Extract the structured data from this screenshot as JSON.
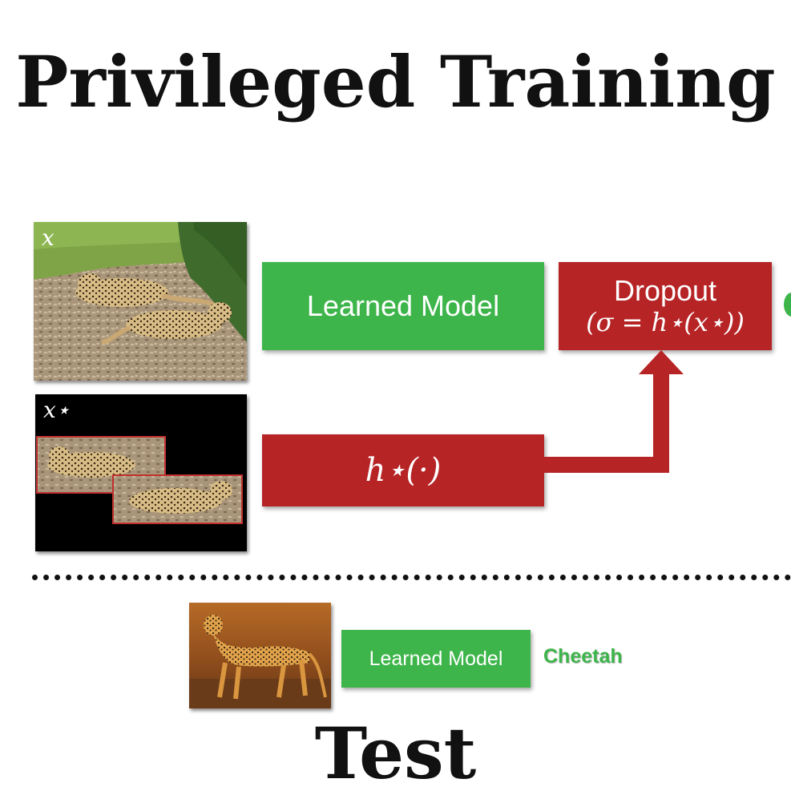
{
  "titles": {
    "training": "Privileged Training",
    "test": "Test"
  },
  "training": {
    "image_x_label": "x",
    "image_xstar_label": "x⋆",
    "learned_model_label": "Learned Model",
    "dropout_label": "Dropout",
    "dropout_formula": "(σ = h⋆(x⋆))",
    "hstar_label": "h⋆(·)"
  },
  "test": {
    "learned_model_label": "Learned Model",
    "prediction": "Cheetah"
  },
  "colors": {
    "green": "#3db54a",
    "red": "#b72426"
  }
}
